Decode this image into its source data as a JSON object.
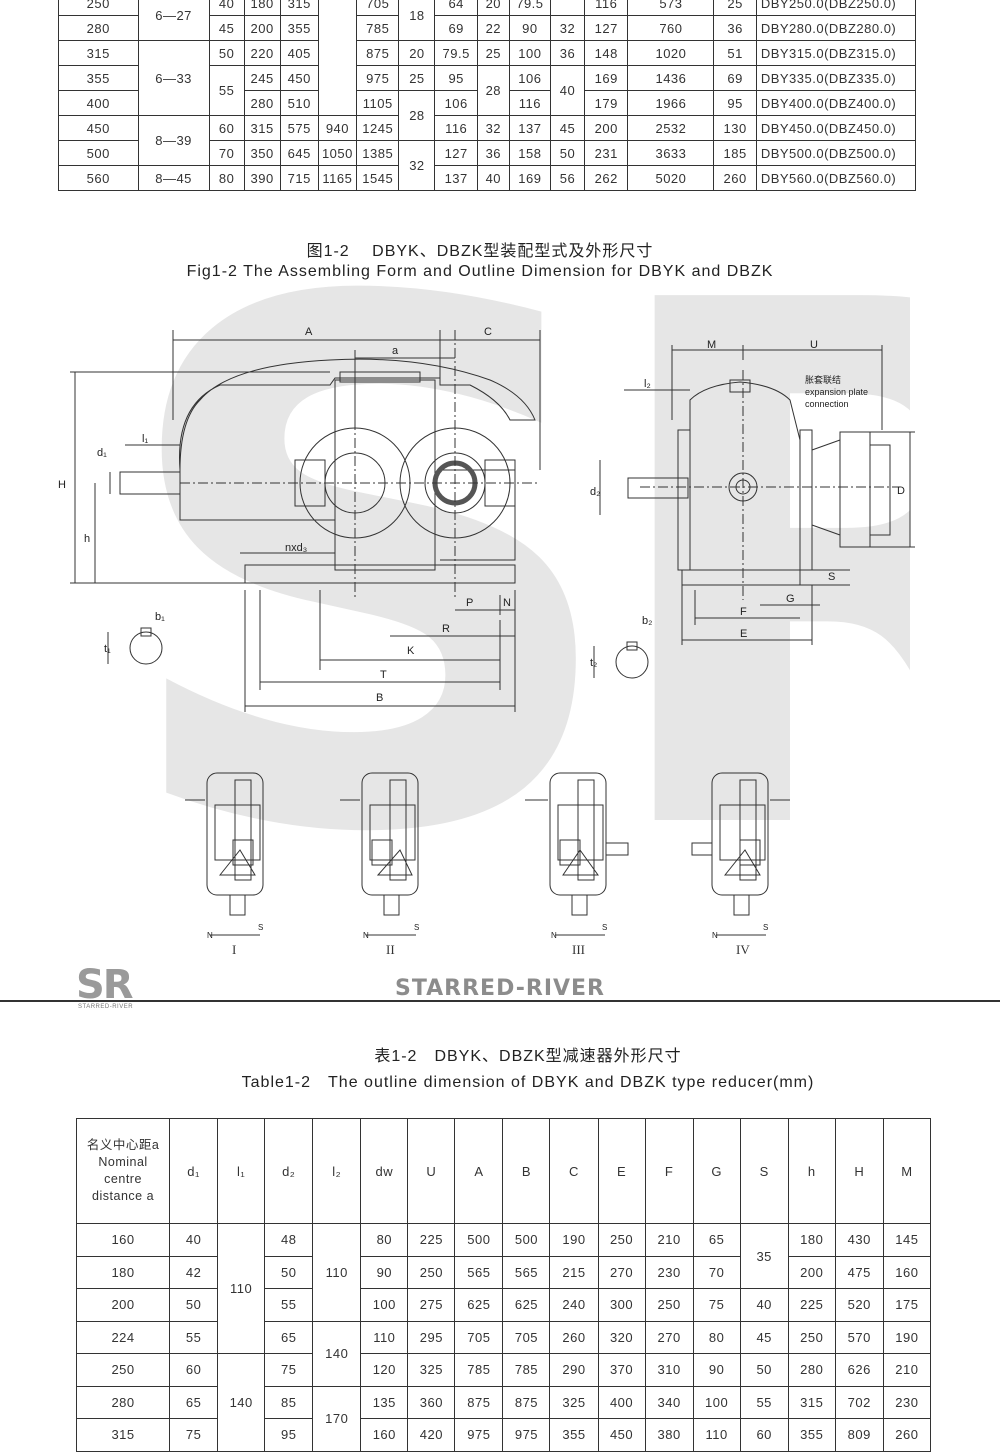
{
  "table_top": {
    "rows": [
      [
        "250",
        "",
        "40",
        "180",
        "315",
        "",
        "705",
        "",
        "64",
        "20",
        "79.5",
        "",
        "116",
        "573",
        "25",
        "DBY250.0(DBZ250.0)"
      ],
      [
        "280",
        "",
        "45",
        "200",
        "355",
        "",
        "785",
        "",
        "69",
        "22",
        "90",
        "32",
        "127",
        "760",
        "36",
        "DBY280.0(DBZ280.0)"
      ],
      [
        "315",
        "",
        "50",
        "220",
        "405",
        "",
        "875",
        "20",
        "79.5",
        "25",
        "100",
        "36",
        "148",
        "1020",
        "51",
        "DBY315.0(DBZ315.0)"
      ],
      [
        "355",
        "",
        "",
        "245",
        "450",
        "",
        "975",
        "25",
        "95",
        "",
        "106",
        "",
        "169",
        "1436",
        "69",
        "DBY335.0(DBZ335.0)"
      ],
      [
        "400",
        "",
        "",
        "280",
        "510",
        "",
        "1105",
        "",
        "106",
        "",
        "116",
        "",
        "179",
        "1966",
        "95",
        "DBY400.0(DBZ400.0)"
      ],
      [
        "450",
        "",
        "60",
        "315",
        "575",
        "940",
        "1245",
        "",
        "116",
        "32",
        "137",
        "45",
        "200",
        "2532",
        "130",
        "DBY450.0(DBZ450.0)"
      ],
      [
        "500",
        "",
        "70",
        "350",
        "645",
        "1050",
        "1385",
        "",
        "127",
        "36",
        "158",
        "50",
        "231",
        "3633",
        "185",
        "DBY500.0(DBZ500.0)"
      ],
      [
        "560",
        "8—45",
        "80",
        "390",
        "715",
        "1165",
        "1545",
        "",
        "137",
        "40",
        "169",
        "56",
        "262",
        "5020",
        "260",
        "DBY560.0(DBZ560.0)"
      ]
    ],
    "merged": {
      "ratio_250_280": "6—27",
      "ratio_315_400": "6—33",
      "ratio_450_500": "8—39",
      "col2_355_400": "55",
      "col8_250_280": "18",
      "col8_400_450": "28",
      "col8_500_560": "32",
      "col10_355_400": "28",
      "col12_355_400": "40"
    }
  },
  "figure": {
    "title_cn": "图1-2　 DBYK、DBZK型装配型式及外形尺寸",
    "title_en": "Fig1-2 The Assembling Form and Outline Dimension for DBYK and DBZK",
    "labels": {
      "A": "A",
      "C": "C",
      "a": "a",
      "M": "M",
      "U": "U",
      "l1": "l₁",
      "l2": "l₂",
      "d1": "d₁",
      "d2": "d₂",
      "H": "H",
      "h": "h",
      "nxd3": "nxd₃",
      "P": "P",
      "N": "N",
      "R": "R",
      "K": "K",
      "T": "T",
      "B": "B",
      "D": "D",
      "S": "S",
      "G": "G",
      "F": "F",
      "E": "E",
      "b1": "b₁",
      "t1": "t₁",
      "b2": "b₂",
      "t2": "t₂",
      "note_cn": "胀套联结",
      "note_en1": "expansion plate",
      "note_en2": "connection"
    },
    "assembly_forms": [
      "I",
      "II",
      "III",
      "IV"
    ],
    "ns_n": "N",
    "ns_s": "S"
  },
  "footer": {
    "logo": "SR",
    "logo_sub": "STARRED-RIVER",
    "brand": "STARRED-RIVER"
  },
  "table2": {
    "title_cn": "表1-2　DBYK、DBZK型减速器外形尺寸",
    "title_en": "Table1-2　The outline dimension of DBYK and DBZK type reducer(mm)",
    "header_first": [
      "名义中心距a",
      "Nominal",
      "centre",
      "distance a"
    ],
    "headers": [
      "d₁",
      "l₁",
      "d₂",
      "l₂",
      "dw",
      "U",
      "A",
      "B",
      "C",
      "E",
      "F",
      "G",
      "S",
      "h",
      "H",
      "M"
    ],
    "rows": [
      [
        "160",
        "40",
        "",
        "48",
        "",
        "80",
        "225",
        "500",
        "500",
        "190",
        "250",
        "210",
        "65",
        "",
        "180",
        "430",
        "145"
      ],
      [
        "180",
        "42",
        "",
        "50",
        "110",
        "90",
        "250",
        "565",
        "565",
        "215",
        "270",
        "230",
        "70",
        "",
        "200",
        "475",
        "160"
      ],
      [
        "200",
        "50",
        "",
        "55",
        "",
        "100",
        "275",
        "625",
        "625",
        "240",
        "300",
        "250",
        "75",
        "40",
        "225",
        "520",
        "175"
      ],
      [
        "224",
        "55",
        "",
        "65",
        "",
        "110",
        "295",
        "705",
        "705",
        "260",
        "320",
        "270",
        "80",
        "45",
        "250",
        "570",
        "190"
      ],
      [
        "250",
        "60",
        "",
        "75",
        "",
        "120",
        "325",
        "785",
        "785",
        "290",
        "370",
        "310",
        "90",
        "50",
        "280",
        "626",
        "210"
      ],
      [
        "280",
        "65",
        "140",
        "85",
        "",
        "135",
        "360",
        "875",
        "875",
        "325",
        "400",
        "340",
        "100",
        "55",
        "315",
        "702",
        "230"
      ],
      [
        "315",
        "75",
        "",
        "95",
        "",
        "160",
        "420",
        "975",
        "975",
        "355",
        "450",
        "380",
        "110",
        "60",
        "355",
        "809",
        "260"
      ]
    ],
    "merged": {
      "l1_160_224": "110",
      "s_160_180": "35",
      "l2_224_250": "140",
      "l2_280_315": "170"
    }
  },
  "watermark": "SR"
}
